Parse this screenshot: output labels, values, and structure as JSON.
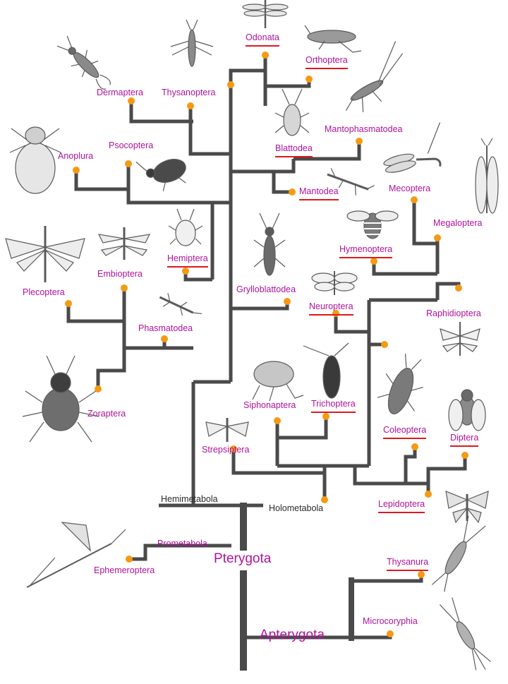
{
  "colors": {
    "label": "#b0129b",
    "underline": "#e0181e",
    "node": "#f59a12",
    "branch": "#4a4a4a",
    "illustration": "#5a5a5a",
    "neutral_label": "#2a2a2a"
  },
  "taxa": {
    "odonata": "Odonata",
    "orthoptera": "Orthoptera",
    "dermaptera": "Dermaptera",
    "thysanoptera": "Thysanoptera",
    "mantophasmatodea": "Mantophasmatodea",
    "blattodea": "Blattodea",
    "anoplura": "Anoplura",
    "psocoptera": "Psocoptera",
    "mantodea": "Mantodea",
    "mecoptera": "Mecoptera",
    "megaloptera": "Megaloptera",
    "hemiptera": "Hemiptera",
    "hymenoptera": "Hymenoptera",
    "embioptera": "Embioptera",
    "plecoptera": "Plecoptera",
    "grylloblattodea": "Grylloblattodea",
    "neuroptera": "Neuroptera",
    "raphidioptera": "Raphidioptera",
    "phasmatodea": "Phasmatodea",
    "zoraptera": "Zoraptera",
    "siphonaptera": "Siphonaptera",
    "trichoptera": "Trichoptera",
    "coleoptera": "Coleoptera",
    "diptera": "Diptera",
    "strepsiptera": "Strepsiptera",
    "lepidoptera": "Lepidoptera",
    "ephemeroptera": "Ephemeroptera",
    "thysanura": "Thysanura",
    "microcoryphia": "Microcoryphia"
  },
  "groups": {
    "hemimetabola": "Hemimetabola",
    "holometabola": "Holometabola",
    "prometabola": "Prometabola",
    "pterygota": "Pterygota",
    "apterygota": "Apterygota"
  },
  "icons": [
    "earwig-icon",
    "thrips-icon",
    "dragonfly-icon",
    "grasshopper-icon",
    "mantophasmid-icon",
    "louse-icon",
    "booklouse-icon",
    "cockroach-icon",
    "mantis-icon",
    "scorpionfly-icon",
    "dobsonfly-icon",
    "stonefly-icon",
    "webspinner-icon",
    "shield-bug-icon",
    "ice-crawler-icon",
    "bee-icon",
    "lacewing-icon",
    "snakefly-icon",
    "stick-insect-icon",
    "zorapteran-icon",
    "flea-icon",
    "caddisfly-icon",
    "beetle-icon",
    "fly-icon",
    "twisted-wing-icon",
    "butterfly-icon",
    "mayfly-icon",
    "silverfish-icon",
    "bristletail-icon"
  ]
}
